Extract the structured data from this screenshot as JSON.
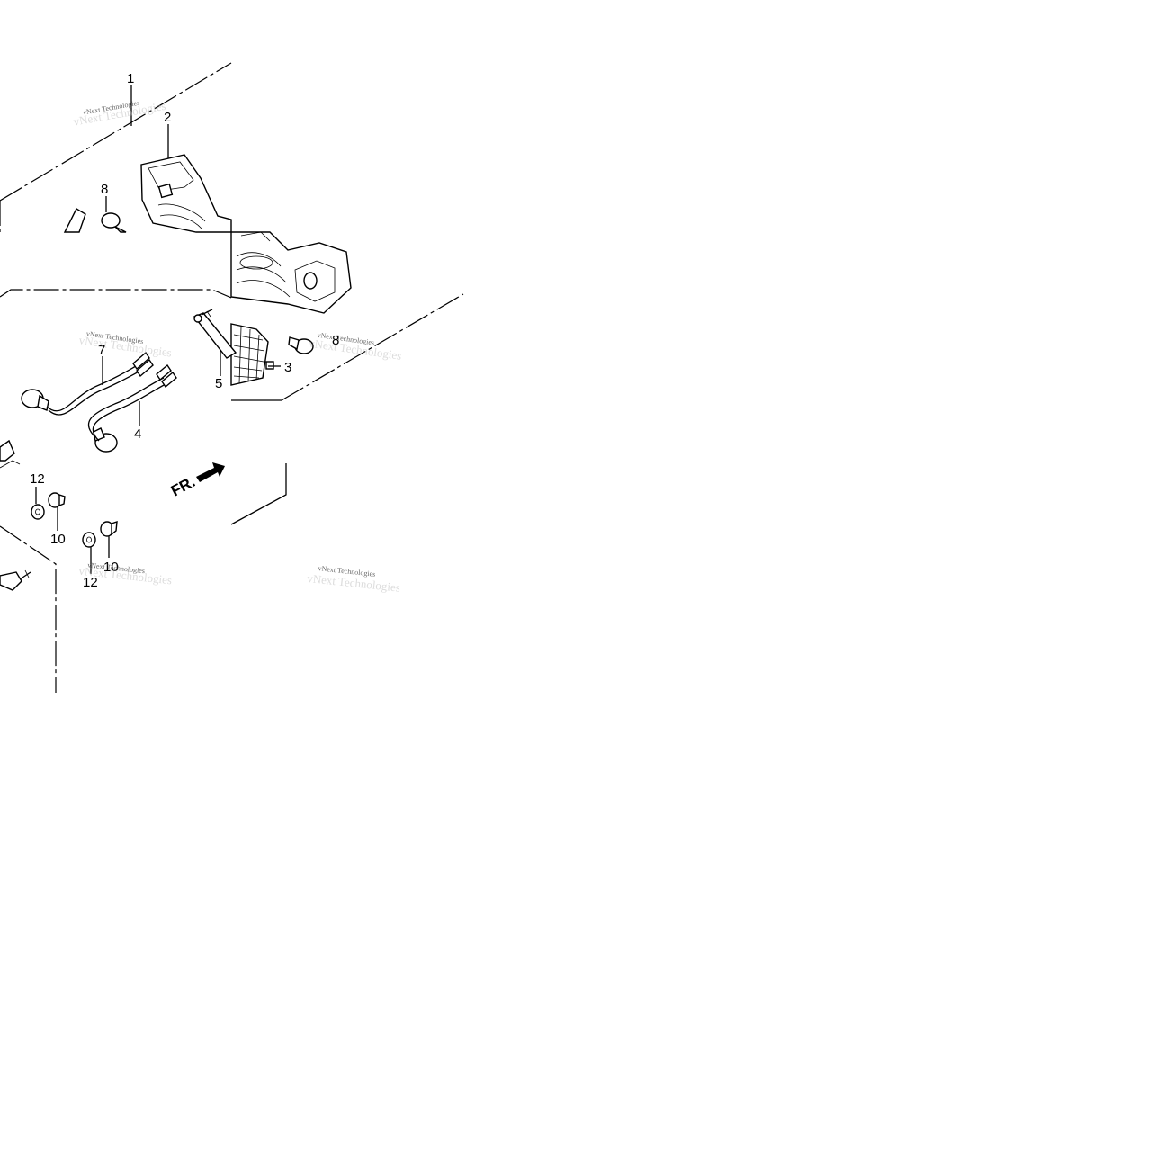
{
  "diagram": {
    "callouts": [
      {
        "id": "c1",
        "label": "1"
      },
      {
        "id": "c2",
        "label": "2"
      },
      {
        "id": "c3",
        "label": "3"
      },
      {
        "id": "c4",
        "label": "4"
      },
      {
        "id": "c5",
        "label": "5"
      },
      {
        "id": "c7",
        "label": "7"
      },
      {
        "id": "c8a",
        "label": "8"
      },
      {
        "id": "c8b",
        "label": "8"
      },
      {
        "id": "c10a",
        "label": "10"
      },
      {
        "id": "c10b",
        "label": "10"
      },
      {
        "id": "c12a",
        "label": "12"
      },
      {
        "id": "c12b",
        "label": "12"
      }
    ],
    "direction_label": "FR.",
    "watermark_text": "vNext Technologies",
    "watermark_overlay": "vNext Technologies"
  },
  "colors": {
    "line": "#000000",
    "background": "#ffffff"
  }
}
